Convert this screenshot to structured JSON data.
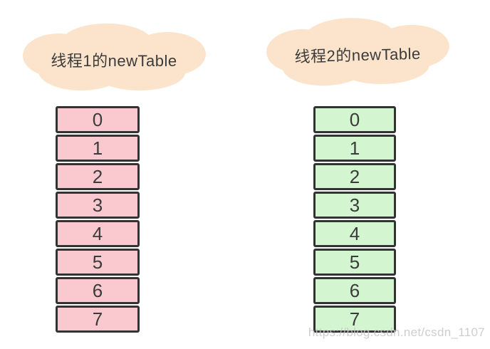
{
  "page": {
    "background_color": "#ffffff"
  },
  "clouds": [
    {
      "label": "线程1的newTable",
      "fill_color": "#fbe4cb",
      "text_color": "#3b3b3b"
    },
    {
      "label": "线程2的newTable",
      "fill_color": "#fbe4cb",
      "text_color": "#3b3b3b"
    }
  ],
  "tables": [
    {
      "cell_fill_color": "#fac9cf",
      "border_color": "#333333",
      "cells": [
        "0",
        "1",
        "2",
        "3",
        "4",
        "5",
        "6",
        "7"
      ]
    },
    {
      "cell_fill_color": "#d3f6d0",
      "border_color": "#333333",
      "cells": [
        "0",
        "1",
        "2",
        "3",
        "4",
        "5",
        "6",
        "7"
      ]
    }
  ],
  "watermark": {
    "text": "https://blog.csdn.net/csdn_1107",
    "color": "#c6c6c6"
  }
}
